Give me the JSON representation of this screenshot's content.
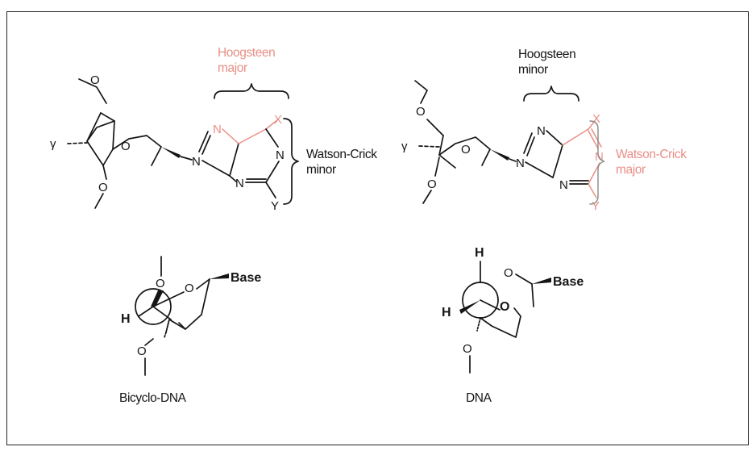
{
  "top_left": {
    "hoogsteen_title": "Hoogsteen",
    "hoogsteen_sub": "major",
    "watson_crick_title": "Watson-Crick",
    "watson_crick_sub": "minor",
    "gamma": "γ",
    "atoms": {
      "n_top": "N",
      "x": "X",
      "n_ring5": "N",
      "n_right": "N",
      "n_bottom": "N",
      "y": "Y"
    }
  },
  "top_right": {
    "hoogsteen_title": "Hoogsteen",
    "hoogsteen_sub": "minor",
    "watson_crick_title": "Watson-Crick",
    "watson_crick_sub": "major",
    "gamma": "γ",
    "atoms": {
      "n_top": "N",
      "x": "X",
      "n_ring5": "N",
      "n_right": "N",
      "n_bottom": "N",
      "y": "Y"
    }
  },
  "bottom_left": {
    "caption": "Bicyclo-DNA",
    "h": "H",
    "base": "Base"
  },
  "bottom_right": {
    "caption": "DNA",
    "h_top": "H",
    "h_left": "H",
    "base": "Base"
  },
  "colors": {
    "highlight": "#e88f86",
    "ink": "#151515"
  }
}
